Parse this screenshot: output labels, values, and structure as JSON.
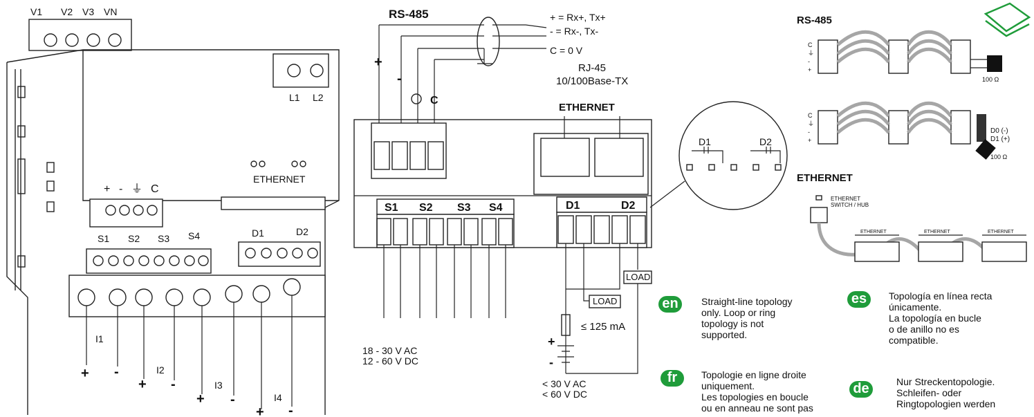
{
  "device": {
    "voltage_terminals": [
      "V1",
      "V2",
      "V3",
      "VN"
    ],
    "aux_terminals": [
      "L1",
      "L2"
    ],
    "comm_terminals": [
      "+",
      "-",
      "⏚",
      "C"
    ],
    "ethernet_label": "ETHERNET",
    "input_labels": [
      "S1",
      "S2",
      "S3",
      "S4"
    ],
    "output_labels": [
      "D1",
      "D2"
    ],
    "current_labels": [
      "I1",
      "I2",
      "I3",
      "I4"
    ],
    "plus": "+",
    "minus": "-"
  },
  "wiring": {
    "rs485_title": "RS-485",
    "legend": [
      "+ = Rx+, Tx+",
      "- = Rx-, Tx-",
      "C = 0 V"
    ],
    "plus": "+",
    "minus": "-",
    "c": "C",
    "rj45": "RJ-45",
    "base_tx": "10/100Base-TX",
    "ethernet": "ETHERNET",
    "inputs": [
      "S1",
      "S2",
      "S3",
      "S4"
    ],
    "outputs": [
      "D1",
      "D2"
    ],
    "load": "LOAD",
    "max_current": "≤ 125 mA",
    "input_supply": [
      "18 - 30 V AC",
      "12 - 60 V DC"
    ],
    "output_supply": [
      "< 30 V AC",
      "< 60 V DC"
    ],
    "detail_outputs": [
      "D1",
      "D2"
    ]
  },
  "topology": {
    "rs485_title": "RS-485",
    "pin_labels": [
      "C",
      "⏚",
      "-",
      "+"
    ],
    "resistor": "100 Ω",
    "d0": "D0 (-)",
    "d1": "D1 (+)",
    "ethernet_title": "ETHERNET",
    "switch_line1": "ETHERNET",
    "switch_line2": "SWITCH / HUB",
    "device_ethernet": "ETHERNET"
  },
  "notes": {
    "en": {
      "code": "en",
      "text": [
        "Straight-line topology",
        "only. Loop or ring",
        "topology is not",
        "supported."
      ]
    },
    "es": {
      "code": "es",
      "text": [
        "Topología en línea recta",
        "únicamente.",
        "La topología en bucle",
        "o de anillo no es",
        "compatible."
      ]
    },
    "fr": {
      "code": "fr",
      "text": [
        "Topologie en ligne droite",
        "uniquement.",
        "Les topologies en boucle",
        "ou en anneau ne sont pas"
      ]
    },
    "de": {
      "code": "de",
      "text": [
        "Nur Streckentopologie.",
        "Schleifen- oder",
        "Ringtopologien werden"
      ]
    }
  },
  "colors": {
    "badge": "#1f9c3a",
    "cable": "#a6a6a6",
    "logo": "#1f9c3a"
  }
}
